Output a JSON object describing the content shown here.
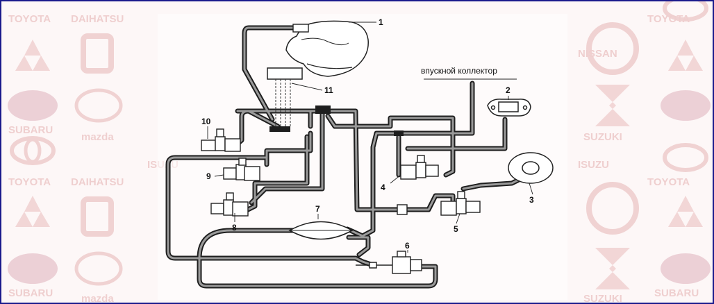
{
  "watermark": {
    "brands": [
      "TOYOTA",
      "DAIHATSU",
      "ISUZU",
      "NISSAN",
      "SUZUKI",
      "SUBARU",
      "mazda"
    ],
    "color": "#efcfcf"
  },
  "diagram": {
    "intake_manifold_caption": "впускной коллектор",
    "callouts": [
      "1",
      "2",
      "3",
      "4",
      "5",
      "6",
      "7",
      "8",
      "9",
      "10",
      "11"
    ],
    "line_color": "#1e1e1e"
  }
}
